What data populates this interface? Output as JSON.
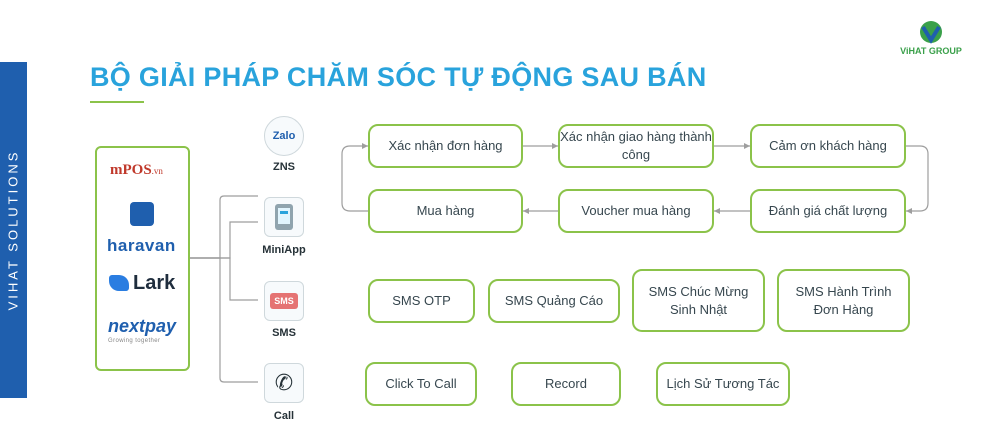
{
  "sidebar": {
    "text": "VIHAT SOLUTIONS"
  },
  "logo": {
    "text": "ViHAT GROUP"
  },
  "title": "BỘ GIẢI PHÁP CHĂM SÓC TỰ ĐỘNG SAU BÁN",
  "partners": {
    "mpos": {
      "main": "mPOS",
      "suffix": ".vn"
    },
    "haravan": "haravan",
    "lark": "Lark",
    "nextpay": {
      "main": "nextpay",
      "tagline": "Growing together"
    }
  },
  "channels": [
    {
      "label": "ZNS",
      "icon": "zalo-icon",
      "icon_text": "Zalo"
    },
    {
      "label": "MiniApp",
      "icon": "miniapp-icon",
      "icon_text": ""
    },
    {
      "label": "SMS",
      "icon": "sms-icon",
      "icon_text": "SMS"
    },
    {
      "label": "Call",
      "icon": "phone-icon",
      "icon_text": "✆"
    }
  ],
  "flow": [
    "Xác nhận đơn hàng",
    "Xác nhận giao hàng thành công",
    "Cảm ơn khách hàng",
    "Đánh giá chất lượng",
    "Voucher mua hàng",
    "Mua hàng"
  ],
  "sms_services": [
    "SMS OTP",
    "SMS Quảng Cáo",
    "SMS Chúc Mừng Sinh Nhật",
    "SMS Hành Trình Đơn Hàng"
  ],
  "call_services": [
    "Click To Call",
    "Record",
    "Lịch Sử Tương Tác"
  ],
  "colors": {
    "accent_green": "#8bc34a",
    "title_blue": "#29a3dc",
    "sidebar_blue": "#1f5fae"
  }
}
